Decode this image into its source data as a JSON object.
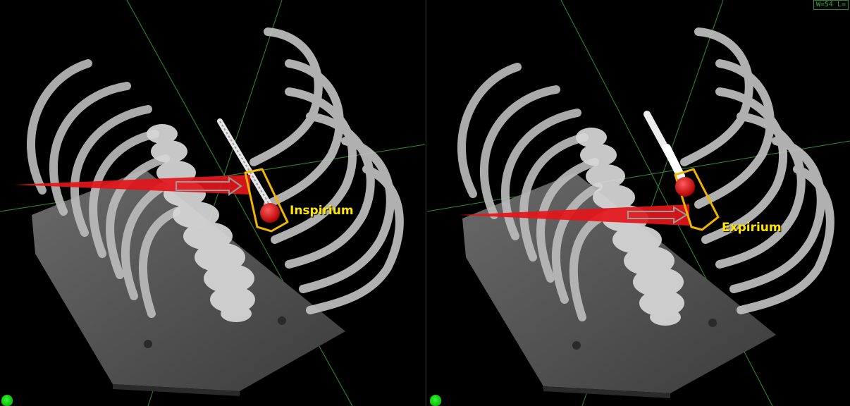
{
  "views": [
    {
      "id": "left",
      "phase_label": "Inspirium",
      "corner_tag": ""
    },
    {
      "id": "right",
      "phase_label": "Expirium",
      "corner_tag": "W=54 L="
    }
  ],
  "colors": {
    "background": "#000000",
    "bone": "#c8c8c8",
    "target_marker": "#e00000",
    "arrow": "#e4161a",
    "highlight_box": "#f2b600",
    "label_text": "#ffe600",
    "crosshair": "#2f8f2f",
    "orientation_marker": "#22dd22"
  },
  "icons": {
    "orientation_marker": "green-head-orientation-icon",
    "target": "red-sphere-marker-icon",
    "needle": "needle-icon"
  }
}
